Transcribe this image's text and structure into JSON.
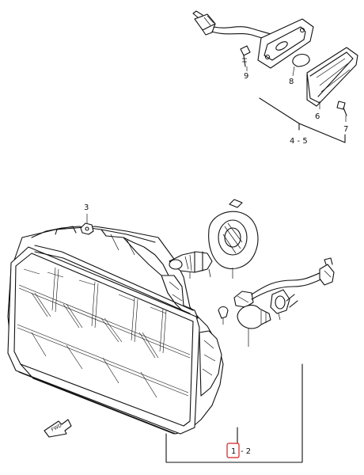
{
  "callouts": {
    "p9": "9",
    "p8": "8",
    "p6": "6",
    "p7": "7",
    "p45": "4 - 5",
    "p3": "3",
    "p1": "1",
    "p2": "- 2"
  },
  "direction_arrow": {
    "label": "FWD",
    "icon": "forward-arrow-icon"
  },
  "colors": {
    "line": "#111111",
    "highlight": "#d42020",
    "background": "#ffffff"
  }
}
